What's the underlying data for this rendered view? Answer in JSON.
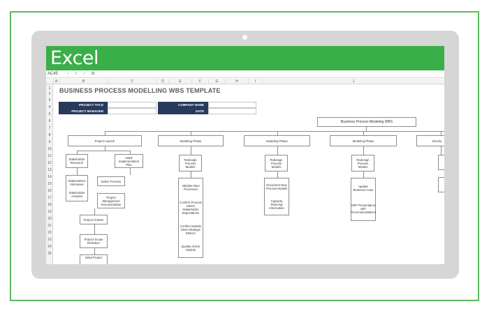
{
  "app": {
    "title": "Excel",
    "accent": "#3aae49"
  },
  "formula_bar": {
    "cell_ref": "AC45",
    "cancel_icon": "close-icon",
    "enter_icon": "check-icon",
    "fx_label": "fx"
  },
  "columns": [
    "A",
    "B",
    "C",
    "D",
    "E",
    "F",
    "G",
    "H",
    "I",
    "J"
  ],
  "rows": [
    "1",
    "2",
    "3",
    "4",
    "5",
    "6",
    "7",
    "8",
    "9",
    "10",
    "11",
    "12",
    "13",
    "14",
    "15",
    "16",
    "17",
    "18",
    "19",
    "20",
    "21",
    "22",
    "23",
    "24",
    "25"
  ],
  "sheet": {
    "title": "BUSINESS PROCESS MODELLING WBS TEMPLATE",
    "project_title_label": "PROJECT TITLE",
    "project_manager_label": "PROJECT MANAGER",
    "company_name_label": "COMPANY NAME",
    "date_label": "DATE"
  },
  "wbs": {
    "root": "Business Process Modeling WBS",
    "phases": [
      "Project Launch",
      "Modeling Phase",
      "Modeling Phase",
      "Modeling Phase",
      "Develo"
    ],
    "launch": {
      "stakeholder_research": "Stakeholder Research",
      "initial_plan": "Initial Implementation Plan",
      "stakeholders_interviews": "Stakeholders Interviews",
      "stakeholder_analysis": "Stakeholder Analysis",
      "select_process": "Select Process",
      "project_mgmt_doc": "Project Management Documentation",
      "project_charter": "Project Charter",
      "project_scope": "Project Scope Definition",
      "initial_project": "Initial Project"
    },
    "phase2": {
      "redesign": "Redesign Process Models",
      "validate": "Validate New Processes",
      "confirm_stakeholder": "Confirm Process Meets Stakeholder Expectations",
      "confirm_strategic": "Confirm Models Meet Strategic Metrics",
      "quality": "Quality Check Models"
    },
    "phase3": {
      "redesign": "Redesign Process Models",
      "document": "Document New Process Models",
      "capacity": "Capacity Planning Information"
    },
    "phase4": {
      "redesign": "Redesign Process Models",
      "update": "Update Business Case",
      "smt": "SMT Presentation with Recommendations"
    }
  }
}
